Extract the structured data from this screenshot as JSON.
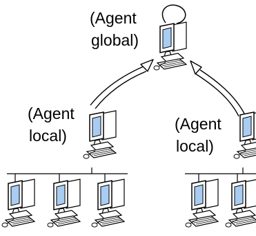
{
  "colors": {
    "screen": "#a9cdf2",
    "outline": "#000000",
    "background": "#ffffff"
  },
  "labels": {
    "global_line1": "(Agent",
    "global_line2": "global)",
    "left_line1": "(Agent",
    "left_line2": "local)",
    "right_line1": "(Agent",
    "right_line2": "local)"
  },
  "icons": {
    "computer": "computer-icon",
    "self_loop": "self-loop-icon",
    "arrow": "arrow-icon"
  }
}
